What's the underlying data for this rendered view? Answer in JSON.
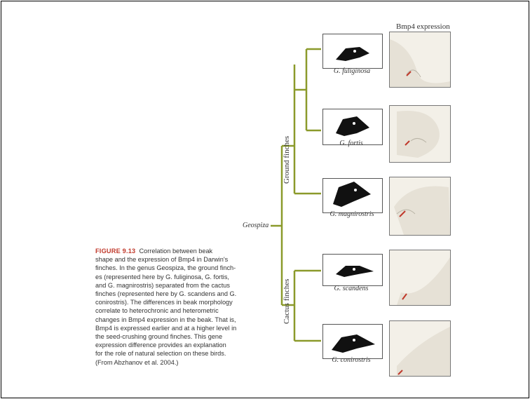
{
  "figure": {
    "column_header": "Bmp4 expression",
    "root_label": "Geospiza",
    "clades": [
      {
        "label": "Ground finches"
      },
      {
        "label": "Cactus finches"
      }
    ],
    "species": [
      {
        "name": "G. fuliginosa"
      },
      {
        "name": "G. fortis"
      },
      {
        "name": "G. magnirostris"
      },
      {
        "name": "G. scandens"
      },
      {
        "name": "G. conirostris"
      }
    ],
    "caption": {
      "figure_id": "FIGURE 9.13",
      "text_lines": [
        "Correlation between beak",
        "shape and the expression of Bmp4 in Darwin's",
        "finches. In the genus Geospiza, the ground finch-",
        "es (represented here by G. fuliginosa, G. fortis,",
        "and G. magnirostris) separated from the cactus",
        "finches (represented here by G. scandens and G.",
        "conirostris). The differences in beak morphology",
        "correlate to heterochronic and heterometric",
        "changes in Bmp4 expression in the beak. That is,",
        "Bmp4 is expressed earlier and at a higher level in",
        "the seed-crushing ground finches. This gene",
        "expression difference provides an explanation",
        "for the role of natural selection on these birds.",
        "(From Abzhanov et al. 2004.)"
      ]
    },
    "colors": {
      "tree_line": "#8b9a2b",
      "arrow": "#c0392b",
      "figure_id": "#c0392b"
    }
  }
}
